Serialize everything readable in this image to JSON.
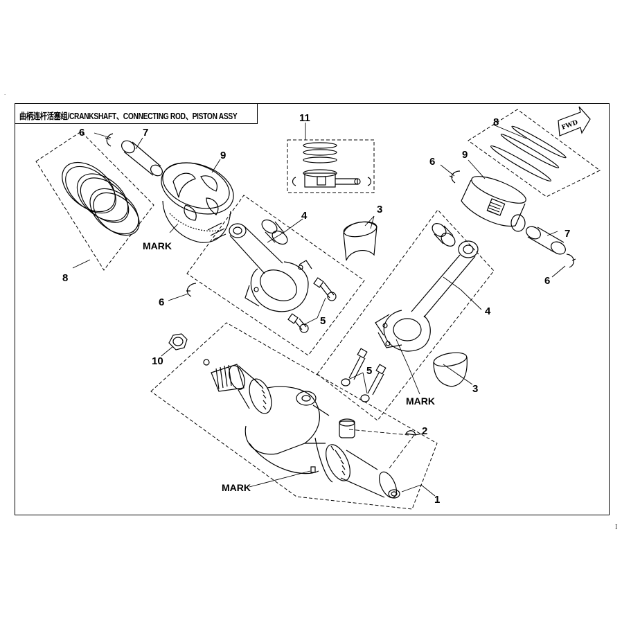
{
  "diagram": {
    "title": "曲柄连杆活塞组/CRANKSHAFT、CONNECTING ROD、PISTON ASSY",
    "fwd_label": "FWD",
    "margin_text": "I",
    "corner_text": ".",
    "callouts": {
      "c1": "1",
      "c2": "2",
      "c3a": "3",
      "c3b": "3",
      "c4a": "4",
      "c4b": "4",
      "c5a": "5",
      "c5b": "5",
      "c6a": "6",
      "c6b": "6",
      "c6c": "6",
      "c6d": "6",
      "c7a": "7",
      "c7b": "7",
      "c8a": "8",
      "c8b": "8",
      "c9a": "9",
      "c9b": "9",
      "c10": "10",
      "c11": "11"
    },
    "marks": {
      "m1": "MARK",
      "m2": "MARK",
      "m3": "MARK"
    }
  }
}
